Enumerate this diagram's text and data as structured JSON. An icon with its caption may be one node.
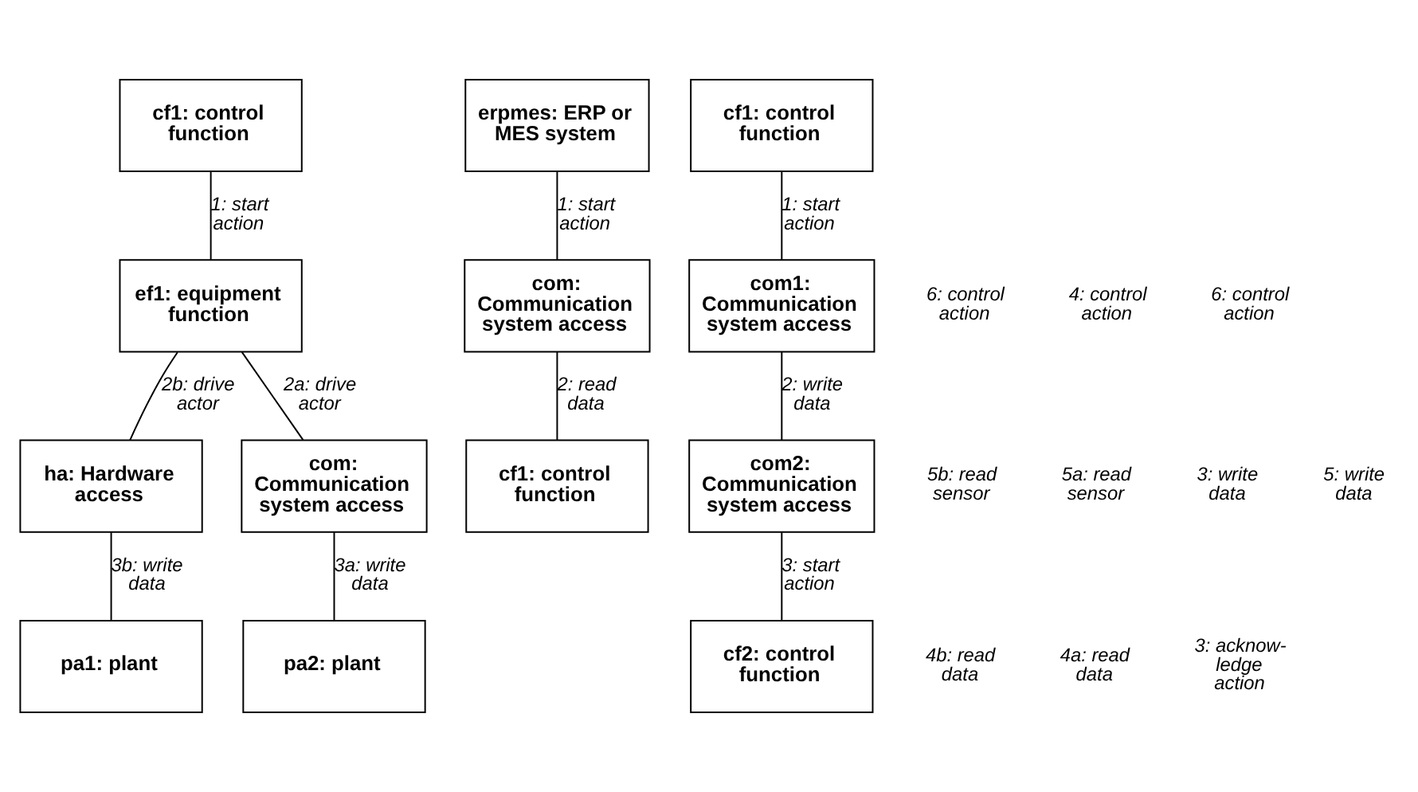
{
  "diagram": {
    "nodes": [
      {
        "text": [
          "cf1: control function"
        ]
      },
      {
        "text": [
          "ef1: equipment function"
        ]
      },
      {
        "text": [
          "ha: Hardware access"
        ]
      },
      {
        "text": [
          "com: Communication system access"
        ]
      },
      {
        "text": [
          "pa1: plant"
        ]
      },
      {
        "text": [
          "pa2: plant"
        ]
      },
      {
        "text": [
          "erpmes: ERP or MES system"
        ]
      },
      {
        "text": [
          "com: Communication system access"
        ]
      },
      {
        "text": [
          "cf1: control function"
        ]
      },
      {
        "text": [
          "cf1: control function"
        ]
      },
      {
        "text": [
          "com1: Communication system access"
        ]
      },
      {
        "text": [
          "com2: Communication system access"
        ]
      },
      {
        "text": [
          "cf2: control function"
        ]
      }
    ],
    "edges": [
      {
        "from": 0,
        "to": 1,
        "arrow": "none",
        "label": "1: start action"
      },
      {
        "from": 1,
        "to": 2,
        "arrow": "none",
        "label": "2b: drive actor"
      },
      {
        "from": 1,
        "to": 3,
        "arrow": "none",
        "label": "2a: drive actor"
      },
      {
        "from": 2,
        "to": 4,
        "arrow": "none",
        "label": "3b: write data"
      },
      {
        "from": 3,
        "to": 5,
        "arrow": "none",
        "label": "3a: write data"
      },
      {
        "from": 6,
        "to": 7,
        "arrow": "none",
        "label": "1: start action"
      },
      {
        "from": 7,
        "to": 8,
        "arrow": "none",
        "label": "2: read data"
      },
      {
        "from": 9,
        "to": 10,
        "arrow": "none",
        "label": "1: start action"
      },
      {
        "from": 10,
        "to": 11,
        "arrow": "none",
        "label": "2: write data"
      },
      {
        "from": 11,
        "to": 12,
        "arrow": "none",
        "label": "3: start action"
      }
    ],
    "labels": [
      "6: control action",
      "5b: read sensor",
      "5a: read sensor",
      "4b: read data",
      "4a: read data",
      "4: control action",
      "3: write data",
      "6: control action",
      "5: write data",
      "3: acknow-ledge action"
    ]
  }
}
